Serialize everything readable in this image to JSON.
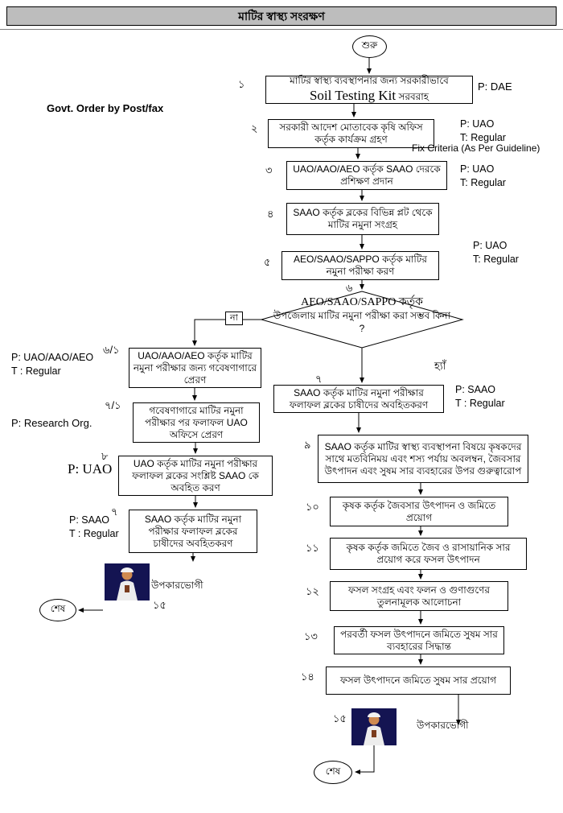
{
  "title": "মাটির স্বাস্থ্য সংরক্ষণ",
  "terminals": {
    "start": "শুরু",
    "end_left": "শেষ",
    "end_right": "শেষ"
  },
  "edge_labels": {
    "govt_order": "Govt. Order by Post/fax",
    "fix_criteria": "Fix Criteria (As Per Guideline)",
    "no": "না",
    "yes": "হ্যাঁ"
  },
  "nodes": {
    "n1": {
      "num": "১",
      "line1": "মাটির স্বাস্থ্য ব্যবস্থাপনার জন্য সরকারীভাবে",
      "kit": "Soil Testing Kit",
      "kit_suffix": "সরবরাহ",
      "p": "P: DAE"
    },
    "n2": {
      "num": "২",
      "text": "সরকারী আদেশ মোতাবেক কৃষি অফিস কর্তৃক কার্যক্রম গ্রহণ",
      "p": "P: UAO",
      "t": "T: Regular"
    },
    "n3": {
      "num": "৩",
      "text": "UAO/AAO/AEO কর্তৃক SAAO দেরকে প্রশিক্ষণ প্রদান",
      "p": "P: UAO",
      "t": "T: Regular"
    },
    "n4": {
      "num": "৪",
      "text": "SAAO কর্তৃক ব্লকের বিভিন্ন প্লট থেকে মাটির নমুনা সংগ্রহ"
    },
    "n5": {
      "num": "৫",
      "text": "AEO/SAAO/SAPPO কর্তৃক মাটির নমুনা পরীক্ষা করণ",
      "p": "P: UAO",
      "t": "T: Regular"
    },
    "n6": {
      "num": "৬",
      "line1": "AEO/SAAO/SAPPO কর্তৃক",
      "line2": "উপজেলায় মাটির নমুনা পরীক্ষা করা সম্ভব কিনা ?"
    },
    "n6_1": {
      "num": "৬/১",
      "text": "UAO/AAO/AEO কর্তৃক মাটির নমুনা পরীক্ষার জন্য গবেষণাগারে প্রেরণ",
      "p": "P: UAO/AAO/AEO",
      "t": "T : Regular"
    },
    "n7_1": {
      "num": "৭/১",
      "text": "গবেষণাগারে মাটির নমুনা পরীক্ষার পর ফলাফল UAO অফিসে প্রেরণ",
      "p": "P: Research Org."
    },
    "n8": {
      "num": "৮",
      "text": "UAO কর্তৃক মাটির নমুনা পরীক্ষার ফলাফল ব্লকের সংশ্লিষ্ট SAAO কে অবহিত করণ",
      "p": "P: UAO"
    },
    "n7_left": {
      "num": "৭",
      "text": "SAAO কর্তৃক মাটির নমুনা পরীক্ষার ফলাফল ব্লকের চাষীদের অবহিতকরণ",
      "p": "P: SAAO",
      "t": "T : Regular"
    },
    "n7_right": {
      "num": "৭",
      "text": "SAAO কর্তৃক মাটির নমুনা পরীক্ষার ফলাফল ব্লকের চাষীদের অবহিতকরণ",
      "p": "P: SAAO",
      "t": "T : Regular"
    },
    "n9": {
      "num": "৯",
      "text": "SAAO কর্তৃক মাটির স্বাস্থ্য ব্যবস্থাপনা বিষয়ে কৃষকদের সাথে মতবিনিময় এবং শস্য পর্যায় অবলম্বন, জৈবসার উৎপাদন এবং সুষম সার ব্যবহারের উপর গুরুত্বারোপ"
    },
    "n10": {
      "num": "১০",
      "text": "কৃষক কর্তৃক জৈবসার উৎপাদন ও জমিতে প্রয়োগ"
    },
    "n11": {
      "num": "১১",
      "text": "কৃষক কর্তৃক জমিতে জৈব ও রাসায়ানিক সার প্রয়োগ করে ফসল উৎপাদন"
    },
    "n12": {
      "num": "১২",
      "text": "ফসল সংগ্রহ এবং ফলন ও গুণাগুণের তুলনামূলক আলোচনা"
    },
    "n13": {
      "num": "১৩",
      "text": "পরবর্তী ফসল উৎপাদনে জমিতে সুষম সার ব্যবহারের সিদ্ধান্ত"
    },
    "n14": {
      "num": "১৪",
      "text": "ফসল উৎপাদনে জমিতে সুষম সার প্রয়োগ"
    }
  },
  "beneficiary_left": {
    "num": "১৫",
    "label": "উপকারভোগী"
  },
  "beneficiary_right": {
    "num": "১৫",
    "label": "উপকারভোগী"
  },
  "colors": {
    "title_bg": "#bdbdbd",
    "line": "#000000",
    "icon_bg": "#141452"
  }
}
